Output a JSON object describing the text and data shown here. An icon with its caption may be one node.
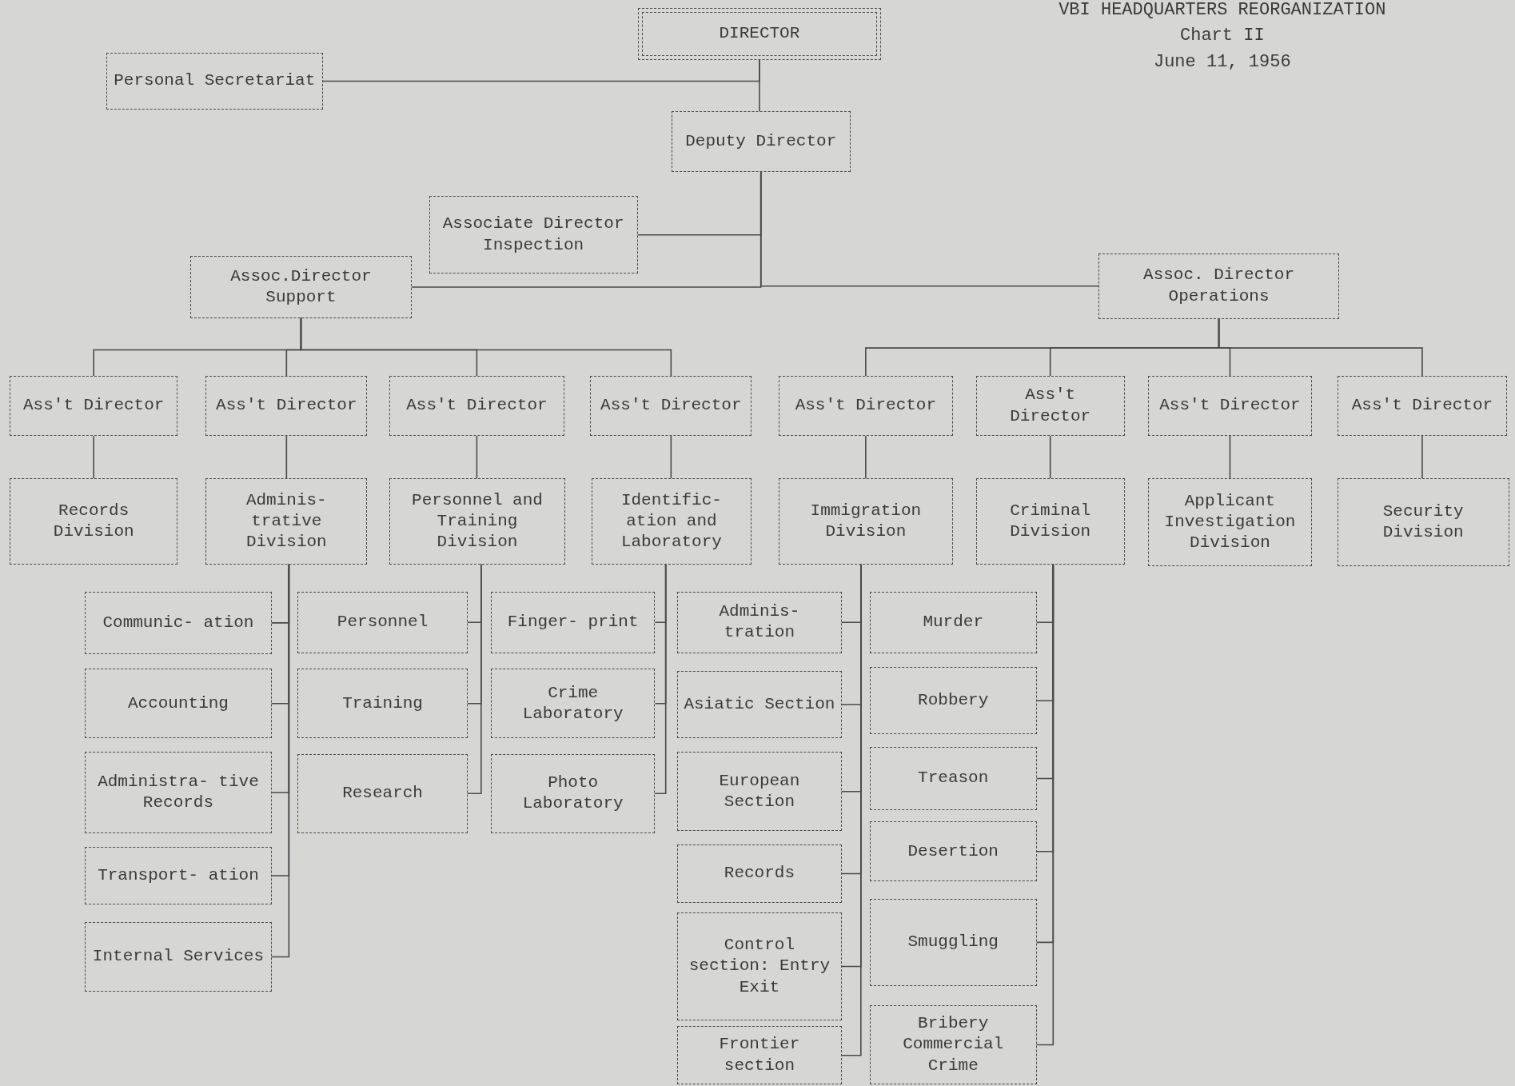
{
  "diagram": {
    "title": "VBI HEADQUARTERS REORGANIZATION",
    "nodes": [
      {
        "text": [
          "DIRECTOR"
        ]
      },
      {
        "text": [
          "Personal Secretariat"
        ]
      },
      {
        "text": [
          "Deputy Director"
        ]
      },
      {
        "text": [
          "Associate Director Inspection"
        ]
      },
      {
        "text": [
          "Assoc.Director Support"
        ]
      },
      {
        "text": [
          "Assoc. Director Operations"
        ]
      },
      {
        "text": [
          "Ass't Director"
        ]
      },
      {
        "text": [
          "Ass't Director"
        ]
      },
      {
        "text": [
          "Ass't Director"
        ]
      },
      {
        "text": [
          "Ass't Director"
        ]
      },
      {
        "text": [
          "Ass't Director"
        ]
      },
      {
        "text": [
          "Ass't Director"
        ]
      },
      {
        "text": [
          "Ass't Director"
        ]
      },
      {
        "text": [
          "Ass't Director"
        ]
      },
      {
        "text": [
          "Records Division"
        ]
      },
      {
        "text": [
          "Adminis- trative Division"
        ]
      },
      {
        "text": [
          "Personnel and Training Division"
        ]
      },
      {
        "text": [
          "Identific- ation and Laboratory"
        ]
      },
      {
        "text": [
          "Immigration Division"
        ]
      },
      {
        "text": [
          "Criminal Division"
        ]
      },
      {
        "text": [
          "Applicant Investigation Division"
        ]
      },
      {
        "text": [
          "Security Division"
        ]
      },
      {
        "text": [
          "Communic- ation"
        ]
      },
      {
        "text": [
          "Accounting"
        ]
      },
      {
        "text": [
          "Administra- tive Records"
        ]
      },
      {
        "text": [
          "Transport- ation"
        ]
      },
      {
        "text": [
          "Internal Services"
        ]
      },
      {
        "text": [
          "Personnel"
        ]
      },
      {
        "text": [
          "Training"
        ]
      },
      {
        "text": [
          "Research"
        ]
      },
      {
        "text": [
          "Finger- print"
        ]
      },
      {
        "text": [
          "Crime Laboratory"
        ]
      },
      {
        "text": [
          "Photo Laboratory"
        ]
      },
      {
        "text": [
          "Adminis- tration"
        ]
      },
      {
        "text": [
          "Asiatic Section"
        ]
      },
      {
        "text": [
          "European Section"
        ]
      },
      {
        "text": [
          "Records"
        ]
      },
      {
        "text": [
          "Control section: Entry Exit"
        ]
      },
      {
        "text": [
          "Frontier section"
        ]
      },
      {
        "text": [
          "Murder"
        ]
      },
      {
        "text": [
          "Robbery"
        ]
      },
      {
        "text": [
          "Treason"
        ]
      },
      {
        "text": [
          "Desertion"
        ]
      },
      {
        "text": [
          "Smuggling"
        ]
      },
      {
        "text": [
          "Bribery Commercial Crime"
        ]
      }
    ],
    "edges": [
      {
        "from": 0,
        "to": 1,
        "arrow": "none"
      },
      {
        "from": 0,
        "to": 2,
        "arrow": "none"
      },
      {
        "from": 2,
        "to": 3,
        "arrow": "none"
      },
      {
        "from": 2,
        "to": 4,
        "arrow": "none"
      },
      {
        "from": 2,
        "to": 5,
        "arrow": "none"
      },
      {
        "from": 4,
        "to": 6,
        "arrow": "none"
      },
      {
        "from": 4,
        "to": 7,
        "arrow": "none"
      },
      {
        "from": 4,
        "to": 8,
        "arrow": "none"
      },
      {
        "from": 4,
        "to": 9,
        "arrow": "none"
      },
      {
        "from": 5,
        "to": 10,
        "arrow": "none"
      },
      {
        "from": 5,
        "to": 11,
        "arrow": "none"
      },
      {
        "from": 5,
        "to": 12,
        "arrow": "none"
      },
      {
        "from": 5,
        "to": 13,
        "arrow": "none"
      },
      {
        "from": 6,
        "to": 14,
        "arrow": "none"
      },
      {
        "from": 7,
        "to": 15,
        "arrow": "none"
      },
      {
        "from": 8,
        "to": 16,
        "arrow": "none"
      },
      {
        "from": 9,
        "to": 17,
        "arrow": "none"
      },
      {
        "from": 10,
        "to": 18,
        "arrow": "none"
      },
      {
        "from": 11,
        "to": 19,
        "arrow": "none"
      },
      {
        "from": 12,
        "to": 20,
        "arrow": "none"
      },
      {
        "from": 13,
        "to": 21,
        "arrow": "none"
      },
      {
        "from": 15,
        "to": 22,
        "arrow": "none"
      },
      {
        "from": 15,
        "to": 23,
        "arrow": "none"
      },
      {
        "from": 15,
        "to": 24,
        "arrow": "none"
      },
      {
        "from": 15,
        "to": 25,
        "arrow": "none"
      },
      {
        "from": 15,
        "to": 26,
        "arrow": "none"
      },
      {
        "from": 16,
        "to": 27,
        "arrow": "none"
      },
      {
        "from": 16,
        "to": 28,
        "arrow": "none"
      },
      {
        "from": 16,
        "to": 29,
        "arrow": "none"
      },
      {
        "from": 17,
        "to": 30,
        "arrow": "none"
      },
      {
        "from": 17,
        "to": 31,
        "arrow": "none"
      },
      {
        "from": 17,
        "to": 32,
        "arrow": "none"
      },
      {
        "from": 18,
        "to": 33,
        "arrow": "none"
      },
      {
        "from": 18,
        "to": 34,
        "arrow": "none"
      },
      {
        "from": 18,
        "to": 35,
        "arrow": "none"
      },
      {
        "from": 18,
        "to": 36,
        "arrow": "none"
      },
      {
        "from": 18,
        "to": 37,
        "arrow": "none"
      },
      {
        "from": 18,
        "to": 38,
        "arrow": "none"
      },
      {
        "from": 19,
        "to": 39,
        "arrow": "none"
      },
      {
        "from": 19,
        "to": 40,
        "arrow": "none"
      },
      {
        "from": 19,
        "to": 41,
        "arrow": "none"
      },
      {
        "from": 19,
        "to": 42,
        "arrow": "none"
      },
      {
        "from": 19,
        "to": 43,
        "arrow": "none"
      },
      {
        "from": 19,
        "to": 44,
        "arrow": "none"
      }
    ],
    "labels": [
      "Chart II",
      "June 11, 1956"
    ]
  }
}
